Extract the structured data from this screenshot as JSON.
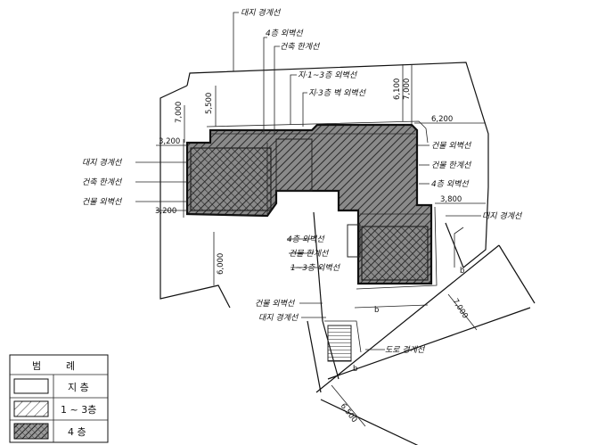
{
  "labels": {
    "site_boundary_top": "대지 경계선",
    "setback_4f_top": "4층 외벽선",
    "bldg_limit_top": "건축 한계선",
    "line_1_3f": "지·1~3층 외벽선",
    "line_2_3f": "지·3층 벽 외벽선",
    "right_outer_wall": "건물 외벽선",
    "right_bldg_limit": "건물 한계선",
    "right_4f_wall": "4층 외벽선",
    "right_site_boundary": "대지 경계선",
    "left_site_boundary": "대지 경계선",
    "left_bldg_limit": "건축 한계선",
    "left_outer_wall": "건물 외벽선",
    "mid_4f_wall": "4층 외벽선",
    "mid_bldg_limit": "건물 한계선",
    "mid_1_3f": "1~3층 외벽선",
    "low_outer_wall": "건물 외벽선",
    "low_site_boundary": "대지 경계선",
    "road_boundary": "도로 경계선"
  },
  "dimensions": {
    "d_5500": "5,500",
    "d_7000_left": "7,000",
    "d_6100": "6,100",
    "d_7000_top": "7,000",
    "d_6200": "6,200",
    "d_3200_top": "3,200",
    "d_3200_bottom": "3,200",
    "d_3800": "3,800",
    "d_6000": "6,000",
    "d_7000_diag": "7,000",
    "d_6500": "6,500"
  },
  "section_marks": {
    "b1": "b",
    "b2": "b",
    "b3": "b"
  },
  "legend": {
    "title_left": "범",
    "title_right": "례",
    "row1": "지 층",
    "row2": "1 ~ 3층",
    "row3": "4 층"
  }
}
